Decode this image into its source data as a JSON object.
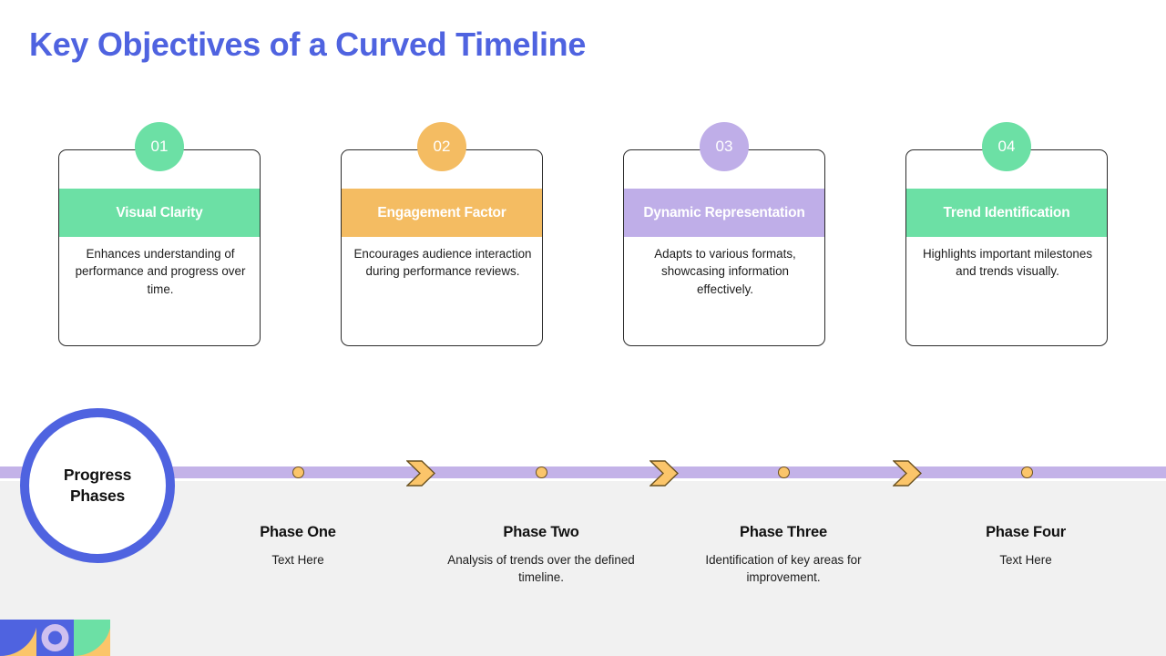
{
  "page": {
    "title": "Key Objectives of a Curved Timeline",
    "title_color": "#4f63e0",
    "background": "#ffffff",
    "lower_plate_color": "#f1f1f1"
  },
  "cards": [
    {
      "number": "01",
      "title": "Visual Clarity",
      "description": "Enhances understanding  of performance and progress over time.",
      "color": "#6ce0a5",
      "badge_color": "#6ce0a5"
    },
    {
      "number": "02",
      "title": "Engagement Factor",
      "description": "Encourages audience interaction during performance reviews.",
      "color": "#f4bc62",
      "badge_color": "#f4bc62"
    },
    {
      "number": "03",
      "title": "Dynamic Representation",
      "description": "Adapts to various formats, showcasing information effectively.",
      "color": "#bfaee8",
      "badge_color": "#bfaee8"
    },
    {
      "number": "04",
      "title": "Trend Identification",
      "description": "Highlights important milestones and trends visually.",
      "color": "#6ce0a5",
      "badge_color": "#6ce0a5"
    }
  ],
  "timeline": {
    "hub_label": "Progress\nPhases",
    "hub_line1": "Progress",
    "hub_line2": "Phases",
    "hub_ring_color": "#4f63e0",
    "line_color": "#c3b2e8",
    "marker_color": "#fbc56a",
    "marker_outline": "#6b5220",
    "phases": [
      {
        "title": "Phase One",
        "description": "Text  Here"
      },
      {
        "title": "Phase Two",
        "description": "Analysis of trends over the defined timeline."
      },
      {
        "title": "Phase Three",
        "description": "Identification of key areas for improvement."
      },
      {
        "title": "Phase Four",
        "description": "Text  Here"
      }
    ]
  },
  "logo": {
    "tile_background": "#4f63e0",
    "accent_orange": "#fbc56a",
    "accent_purple": "#cfc0ef",
    "accent_green": "#6ce0a5"
  }
}
